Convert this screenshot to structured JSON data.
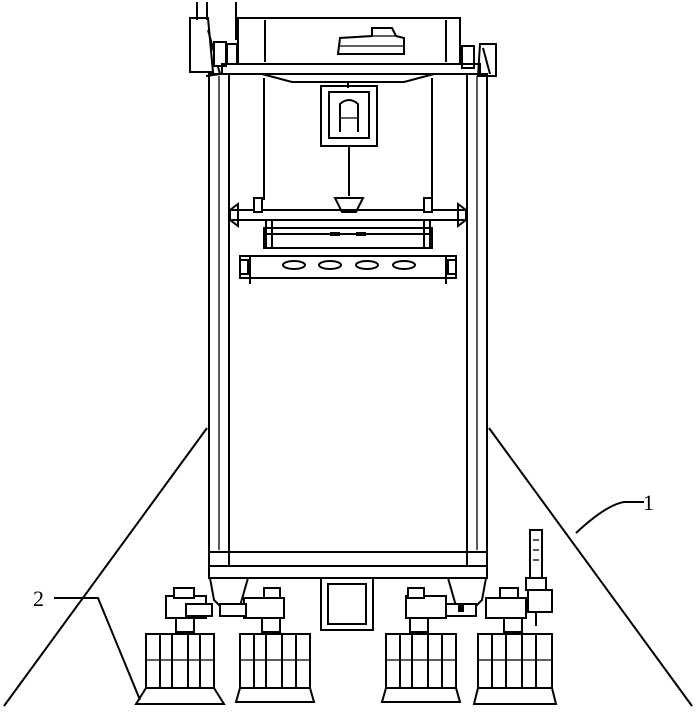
{
  "labels": [
    {
      "id": "1",
      "text": "1"
    },
    {
      "id": "2",
      "text": "2"
    }
  ],
  "colors": {
    "stroke": "#000000",
    "background": "#ffffff"
  }
}
